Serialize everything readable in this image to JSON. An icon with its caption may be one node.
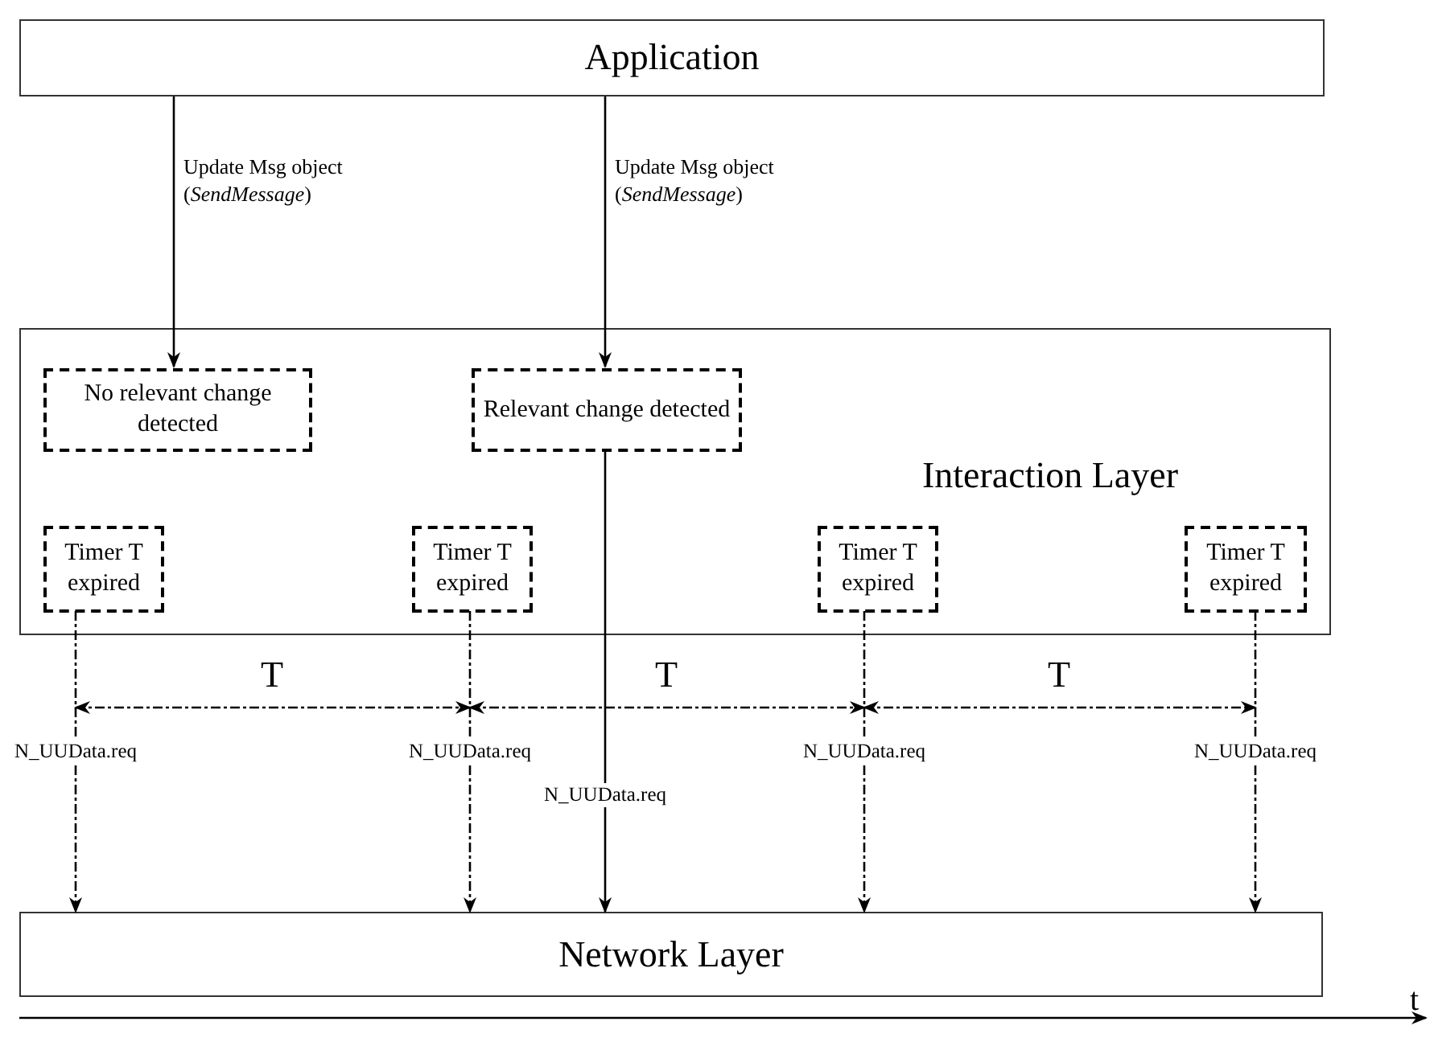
{
  "diagram": {
    "nodes": [
      {
        "text": [
          "Application"
        ]
      },
      {
        "text": [
          "Interaction Layer"
        ]
      },
      {
        "text": [
          "No relevant change detected"
        ],
        "in": 1
      },
      {
        "text": [
          "Relevant change detected"
        ],
        "in": 1
      },
      {
        "text": [
          "Timer T expired"
        ],
        "in": 1
      },
      {
        "text": [
          "Timer T expired"
        ],
        "in": 1
      },
      {
        "text": [
          "Timer T expired"
        ],
        "in": 1
      },
      {
        "text": [
          "Timer T expired"
        ],
        "in": 1
      },
      {
        "text": [
          "Network Layer"
        ]
      }
    ],
    "edges": [
      {
        "from": 0,
        "to": 2,
        "arrow": "to",
        "label": "Update Msg object (*SendMessage*)"
      },
      {
        "from": 0,
        "to": 3,
        "arrow": "to",
        "label": "Update Msg object (*SendMessage*)"
      },
      {
        "from": 4,
        "to": 8,
        "arrow": "to",
        "label": "N_UUData.req",
        "style": "dashed"
      },
      {
        "from": 5,
        "to": 8,
        "arrow": "to",
        "label": "N_UUData.req",
        "style": "dashed"
      },
      {
        "from": 3,
        "to": 8,
        "arrow": "to",
        "label": "N_UUData.req"
      },
      {
        "from": 6,
        "to": 8,
        "arrow": "to",
        "label": "N_UUData.req",
        "style": "dashed"
      },
      {
        "from": 7,
        "to": 8,
        "arrow": "to",
        "label": "N_UUData.req",
        "style": "dashed"
      }
    ],
    "labels": [
      "T",
      "T",
      "T",
      "t"
    ]
  }
}
